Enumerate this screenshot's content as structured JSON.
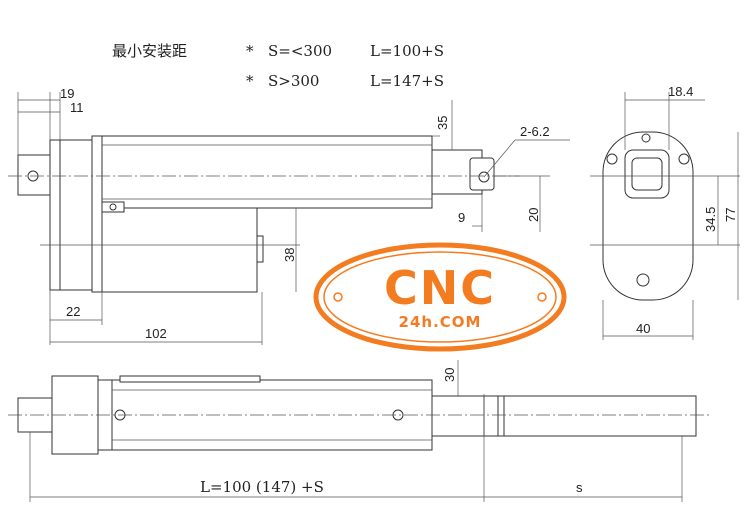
{
  "notes": {
    "title": "最小安装距",
    "bullet": "*",
    "row1_cond": "S=<300",
    "row1_formula": "L=100+S",
    "row2_cond": "S>300",
    "row2_formula": "L=147+S"
  },
  "dimensions": {
    "d19": "19",
    "d11": "11",
    "d35": "35",
    "hole": "2-6.2",
    "d9": "9",
    "d20": "20",
    "d38": "38",
    "d22": "22",
    "d102": "102",
    "d18_4": "18.4",
    "d34_5": "34.5",
    "d77": "77",
    "d40": "40",
    "d30": "30",
    "length": "L=100 (147) +S",
    "stroke": "s"
  },
  "logo": {
    "main": "CNC",
    "sub": "24h.COM",
    "color": "#f47c20"
  }
}
